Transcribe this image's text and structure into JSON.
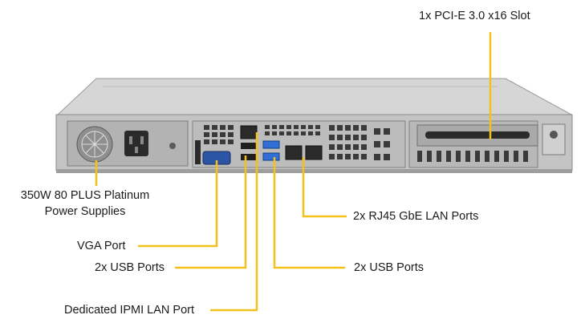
{
  "colors": {
    "leader": "#f2c21b",
    "chassis": "#c9c9c9",
    "panel": "#b9b9b9",
    "port_blue": "#2f6fd6",
    "vga_blue": "#2d55a6"
  },
  "labels": {
    "pcie": "1x PCI-E 3.0 x16 Slot",
    "psu_line1": "350W 80 PLUS Platinum",
    "psu_line2": "Power Supplies",
    "rj45": "2x RJ45 GbE LAN Ports",
    "vga": "VGA Port",
    "usb_left": "2x USB Ports",
    "usb_right": "2x USB Ports",
    "ipmi": "Dedicated IPMI  LAN Port"
  }
}
